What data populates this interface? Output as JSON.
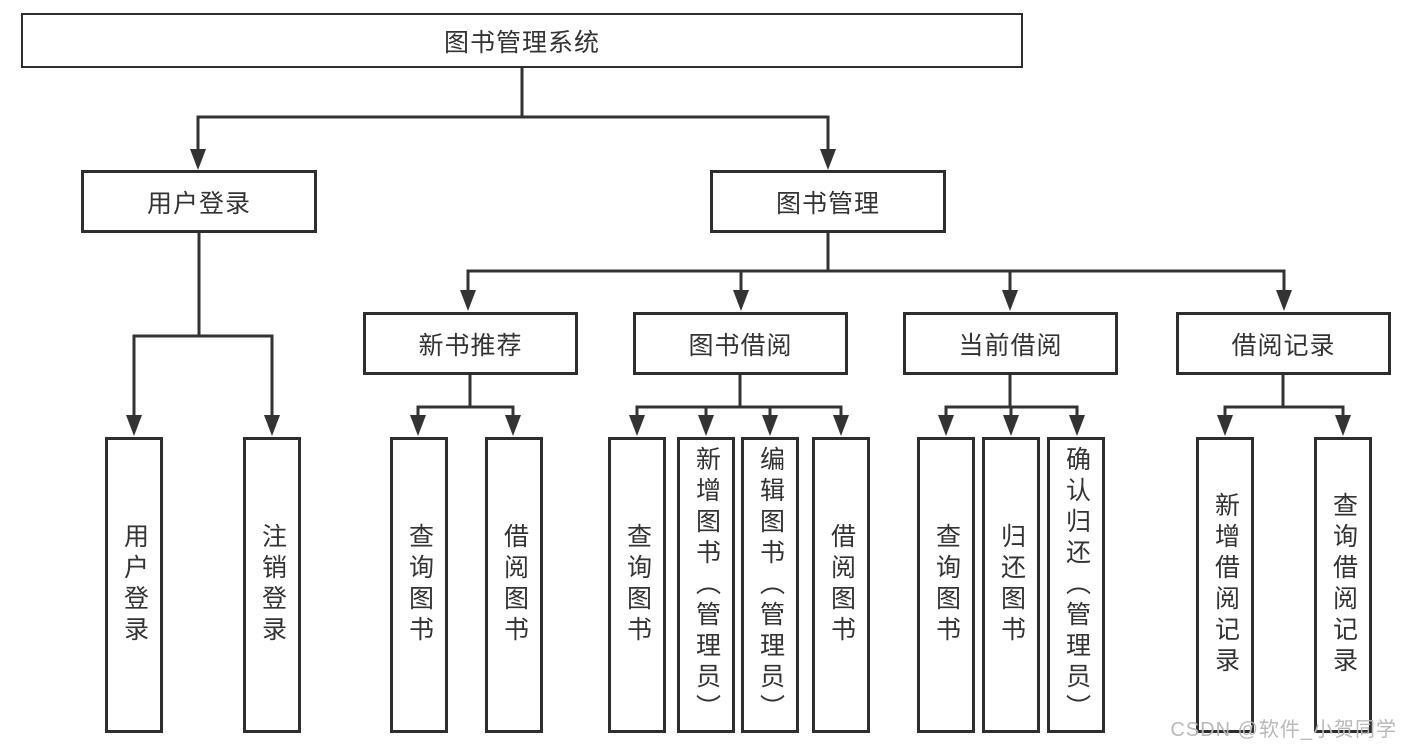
{
  "diagram": {
    "root": {
      "label": "图书管理系统"
    },
    "level2": [
      {
        "label": "用户登录"
      },
      {
        "label": "图书管理"
      }
    ],
    "level3": [
      {
        "label": "新书推荐"
      },
      {
        "label": "图书借阅"
      },
      {
        "label": "当前借阅"
      },
      {
        "label": "借阅记录"
      }
    ],
    "leaves": [
      {
        "label": "用户登录"
      },
      {
        "label": "注销登录"
      },
      {
        "label": "查询图书"
      },
      {
        "label": "借阅图书"
      },
      {
        "label": "查询图书"
      },
      {
        "label": "新增图书（管理员）"
      },
      {
        "label": "编辑图书（管理员）"
      },
      {
        "label": "借阅图书"
      },
      {
        "label": "查询图书"
      },
      {
        "label": "归还图书"
      },
      {
        "label": "确认归还（管理员）"
      },
      {
        "label": "新增借阅记录"
      },
      {
        "label": "查询借阅记录"
      }
    ]
  },
  "watermark": {
    "text": "CSDN @软件_小贺同学",
    "color": "#b9b9b9"
  },
  "colors": {
    "line": "#333333",
    "box_border": "#2e2e2e",
    "box_background": "#ffffff",
    "text": "#333333",
    "page_background": "#ffffff"
  }
}
